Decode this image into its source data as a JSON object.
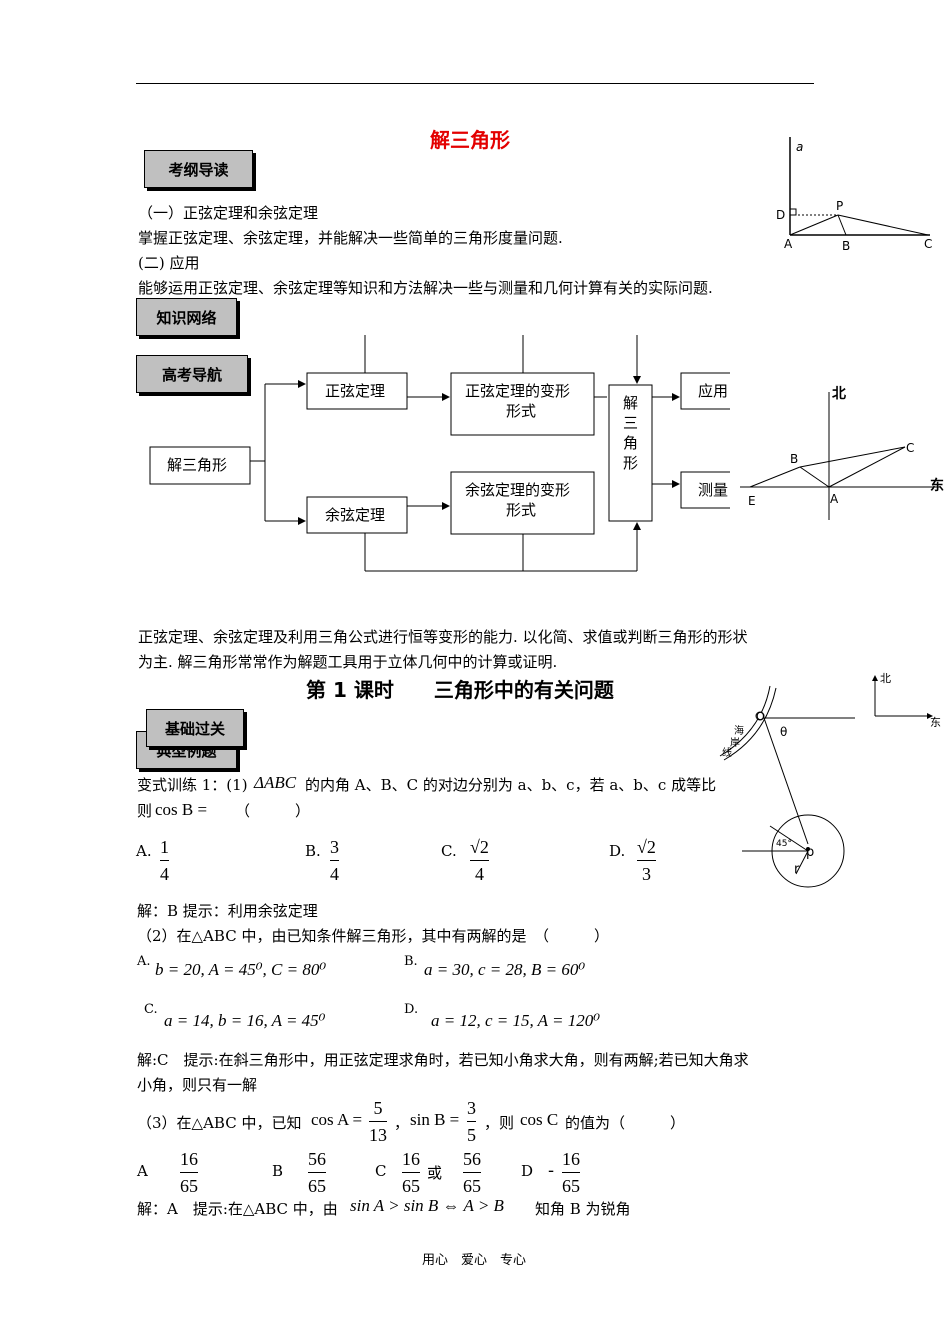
{
  "title": "解三角形",
  "tags": {
    "syllabus": "考纲导读",
    "knowledge": "知识网络",
    "gaokao": "高考导航",
    "basic": "基础过关",
    "basic_under": "典型例题"
  },
  "syllabus": {
    "item1_head": "（一）正弦定理和余弦定理",
    "item1_body": "掌握正弦定理、余弦定理，并能解决一些简单的三角形度量问题.",
    "item2_head": "(二) 应用",
    "item2_body": "能够运用正弦定理、余弦定理等知识和方法解决一些与测量和几何计算有关的实际问题."
  },
  "flow": {
    "root": "解三角形",
    "sine": "正弦定理",
    "cosine": "余弦定理",
    "sine_var_1": "正弦定理的变形",
    "sine_var_2": "形式",
    "cos_var_1": "余弦定理的变形",
    "cos_var_2": "形式",
    "solve": [
      "解",
      "三",
      "角",
      "形"
    ],
    "apply": "应用",
    "measure": "测量"
  },
  "fig_top": {
    "a": "a",
    "D": "D",
    "P": "P",
    "A": "A",
    "B": "B",
    "C": "C"
  },
  "fig_mid": {
    "north": "北",
    "east": "东",
    "B": "B",
    "C": "C",
    "A": "A",
    "E": "E"
  },
  "fig_bot": {
    "north": "北",
    "east": "东",
    "O": "O",
    "theta": "θ",
    "angle": "45°",
    "p": "p",
    "r": "r",
    "coast1": "海",
    "coast2": "岸",
    "coast3": "线"
  },
  "gaokao_text_1": "正弦定理、余弦定理及利用三角公式进行恒等变形的能力. 以化简、求值或判断三角形的形状",
  "gaokao_text_2": "为主. 解三角形常常作为解题工具用于立体几何中的计算或证明.",
  "lesson_title": "第 1 课时　　三角形中的有关问题",
  "q1": {
    "prefix": "变式训练 1：(1)",
    "triangle": "ΔABC",
    "text": "的内角 A、B、C 的对边分别为 a、b、c，若 a、b、c 成等比",
    "then": "则",
    "expr": "cos B =",
    "paren": "（　　　）",
    "opts": [
      {
        "label": "A.",
        "num": "1",
        "den": "4"
      },
      {
        "label": "B.",
        "num": "3",
        "den": "4"
      },
      {
        "label": "C.",
        "num": "√2",
        "den": "4"
      },
      {
        "label": "D.",
        "num": "√2",
        "den": "3"
      }
    ],
    "answer": "解：B 提示：利用余弦定理"
  },
  "q2": {
    "text": "（2）在△ABC 中，由已知条件解三角形，其中有两解的是　（　　　）",
    "A_label": "A.",
    "A": "b = 20, A = 45⁰, C = 80⁰",
    "B_label": "B.",
    "B": "a = 30, c = 28, B = 60⁰",
    "C_label": "C.",
    "C": "a = 14, b = 16, A = 45⁰",
    "D_label": "D.",
    "D": "a = 12, c = 15, A = 120⁰",
    "answer_1": "解:C　提示:在斜三角形中，用正弦定理求角时，若已知小角求大角，则有两解;若已知大角求",
    "answer_2": "小角，则只有一解"
  },
  "q3": {
    "prefix": "（3）在△ABC 中，已知",
    "cosA": "cos A =",
    "cosA_num": "5",
    "cosA_den": "13",
    "comma": "，",
    "sinB": "sin B =",
    "sinB_num": "3",
    "sinB_den": "5",
    "suffix_pre": "，则",
    "cosC": "cos C",
    "suffix": "的值为（　　　）",
    "optA": "A",
    "A_num": "16",
    "A_den": "65",
    "optB": "B",
    "B_num": "56",
    "B_den": "65",
    "optC": "C",
    "C1_num": "16",
    "C1_den": "65",
    "or": "或",
    "C2_num": "56",
    "C2_den": "65",
    "optD": "D",
    "D_sign": "-",
    "D_num": "16",
    "D_den": "65",
    "answer_pre": "解：A　提示:在△ABC 中，由",
    "answer_math": "sin A > sin B ⇔ A > B",
    "answer_post": "知角 B 为锐角"
  },
  "footer": "用心　爱心　专心"
}
